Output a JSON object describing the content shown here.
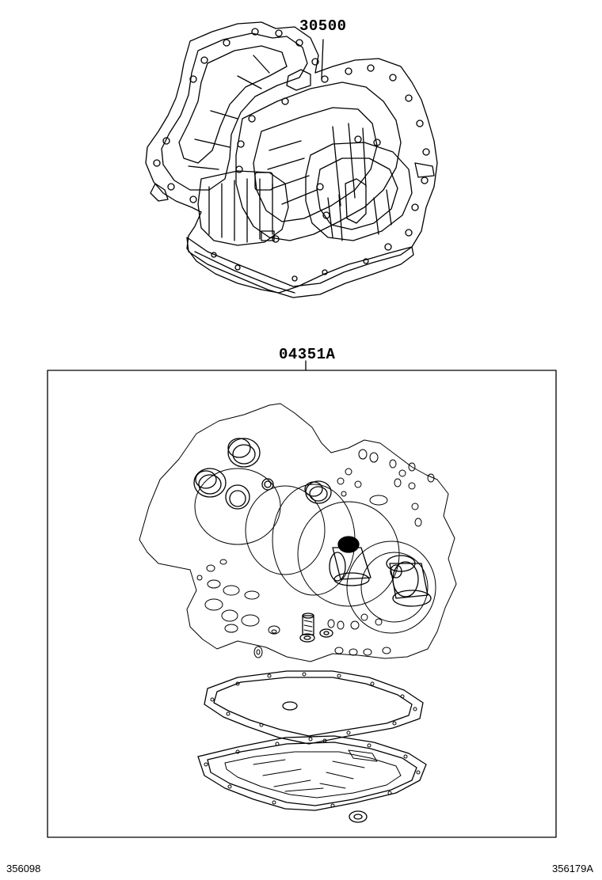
{
  "callouts": {
    "transaxle_part": "30500",
    "overhaul_kit_part": "04351A"
  },
  "footer": {
    "left_code": "356098",
    "right_code": "356179A"
  }
}
